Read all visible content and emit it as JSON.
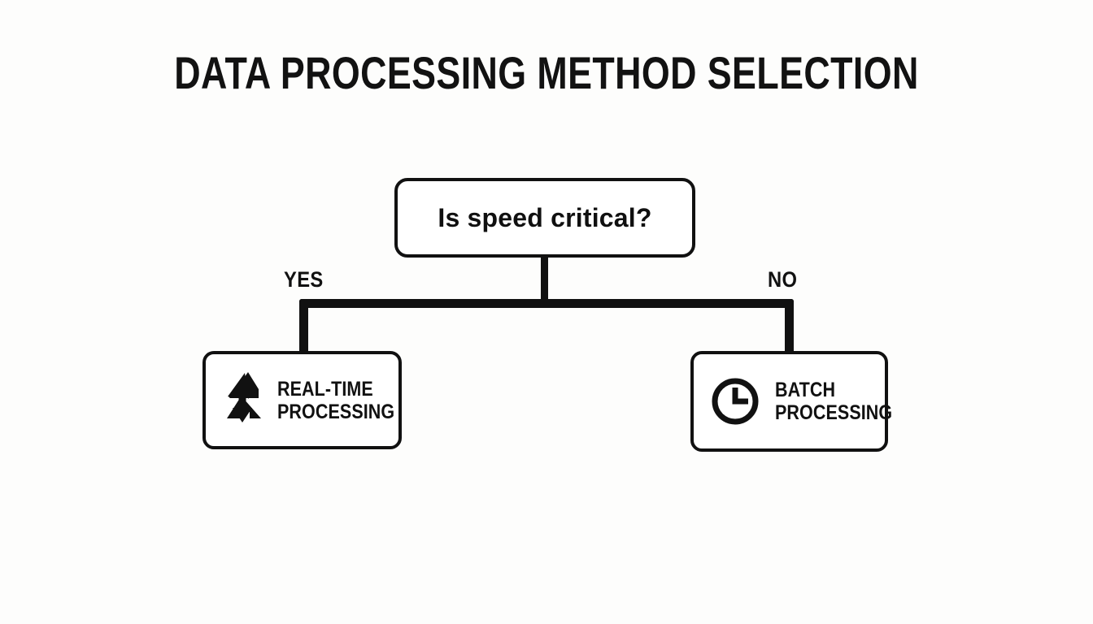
{
  "diagram": {
    "title": "DATA PROCESSING METHOD SELECTION",
    "type": "decision-flowchart",
    "background_color": "#fdfdfc",
    "line_color": "#111111",
    "text_color": "#111111",
    "decision": {
      "id": "is-speed-critical",
      "text": "Is speed critical?"
    },
    "branches": [
      {
        "id": "yes-branch",
        "label": "YES",
        "target": "real-time-processing"
      },
      {
        "id": "no-branch",
        "label": "NO",
        "target": "batch-processing"
      }
    ],
    "outcomes": [
      {
        "id": "real-time-processing",
        "icon": "lightning-bolt-icon",
        "line1": "REAL-TIME",
        "line2": "PROCESSING"
      },
      {
        "id": "batch-processing",
        "icon": "clock-icon",
        "line1": "BATCH",
        "line2": "PROCESSING"
      }
    ]
  }
}
